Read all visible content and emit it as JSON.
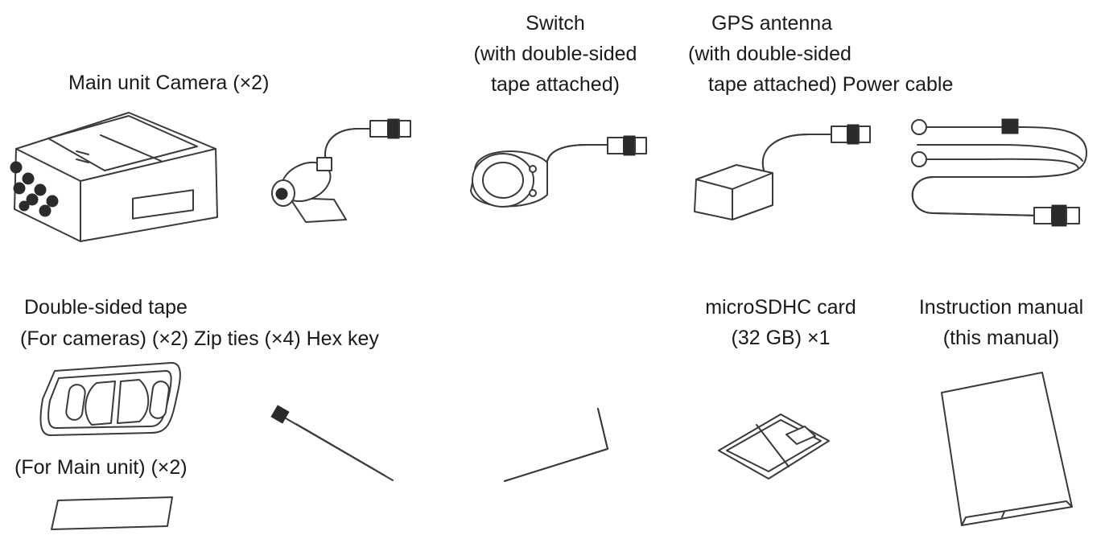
{
  "labels": {
    "main_unit_camera": "Main unit Camera (×2)",
    "switch_1": "Switch",
    "switch_2": "(with double-sided",
    "switch_3": "tape attached)",
    "gps_1": "GPS antenna",
    "gps_2": "(with double-sided",
    "gps_3": "tape attached) Power cable",
    "tape_1": "Double-sided tape",
    "tape_2": "(For cameras) (×2) Zip ties (×4) Hex key",
    "tape_main": "(For Main unit) (×2)",
    "sd_1": "microSDHC card",
    "sd_2": "(32 GB) ×1",
    "manual_1": "Instruction manual",
    "manual_2": "(this manual)"
  },
  "icons": [
    "main-unit-icon",
    "camera-icon",
    "switch-icon",
    "gps-antenna-icon",
    "power-cable-icon",
    "camera-tape-icon",
    "main-unit-tape-icon",
    "zip-tie-icon",
    "hex-key-icon",
    "microsd-card-icon",
    "instruction-manual-icon"
  ]
}
